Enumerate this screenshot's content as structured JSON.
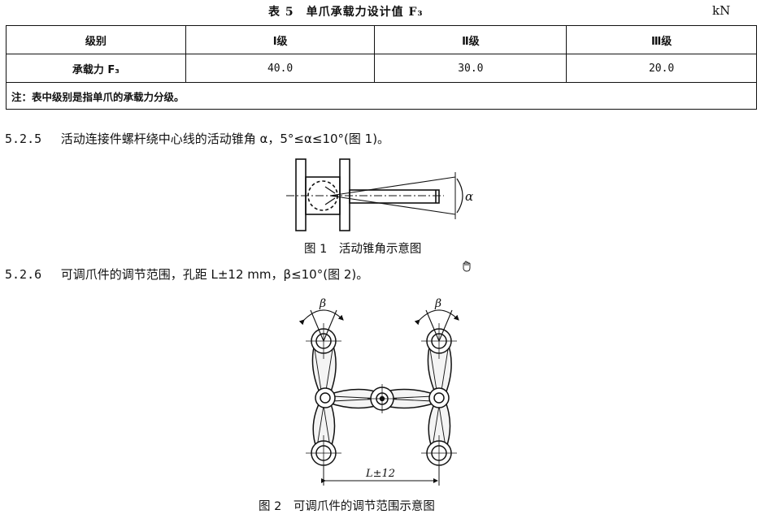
{
  "table": {
    "caption": "表 5　单爪承载力设计值 F₃",
    "unit": "kN",
    "header_label": "级别",
    "grade1": "Ⅰ级",
    "grade2": "Ⅱ级",
    "grade3": "Ⅲ级",
    "row_label": "承载力 F₃",
    "val1": "40.0",
    "val2": "30.0",
    "val3": "20.0",
    "note": "注：表中级别是指单爪的承载力分级。"
  },
  "section_525": {
    "number": "5.2.5",
    "text": "活动连接件螺杆绕中心线的活动锥角 α，5°≤α≤10°(图 1)。"
  },
  "figure1": {
    "caption": "图 1　活动锥角示意图",
    "angle_label": "α"
  },
  "section_526": {
    "number": "5.2.6",
    "text": "可调爪件的调节范围，孔距 L±12 mm，β≤10°(图 2)。"
  },
  "figure2": {
    "caption": "图 2　可调爪件的调节范围示意图",
    "beta_left": "β",
    "beta_right": "β",
    "dim_label": "L±12"
  }
}
